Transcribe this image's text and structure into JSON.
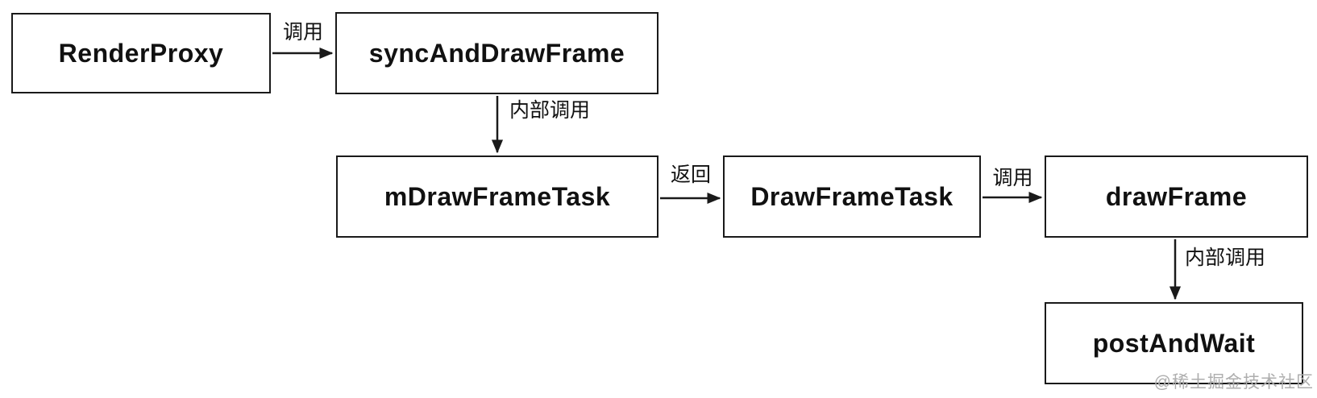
{
  "diagram": {
    "type": "flowchart",
    "nodes": [
      {
        "id": "renderProxy",
        "label": "RenderProxy"
      },
      {
        "id": "syncAndDrawFrame",
        "label": "syncAndDrawFrame"
      },
      {
        "id": "mDrawFrameTask",
        "label": "mDrawFrameTask"
      },
      {
        "id": "drawFrameTask",
        "label": "DrawFrameTask"
      },
      {
        "id": "drawFrame",
        "label": "drawFrame"
      },
      {
        "id": "postAndWait",
        "label": "postAndWait"
      }
    ],
    "edges": [
      {
        "from": "renderProxy",
        "to": "syncAndDrawFrame",
        "label": "调用",
        "direction": "right"
      },
      {
        "from": "syncAndDrawFrame",
        "to": "mDrawFrameTask",
        "label": "内部调用",
        "direction": "down"
      },
      {
        "from": "mDrawFrameTask",
        "to": "drawFrameTask",
        "label": "返回",
        "direction": "right"
      },
      {
        "from": "drawFrameTask",
        "to": "drawFrame",
        "label": "调用",
        "direction": "right"
      },
      {
        "from": "drawFrame",
        "to": "postAndWait",
        "label": "内部调用",
        "direction": "down"
      }
    ]
  },
  "watermark": "@稀土掘金技术社区",
  "colors": {
    "stroke": "#1a1a1a",
    "background": "#ffffff",
    "node_fill": "#ffffff",
    "watermark": "#aeaeae"
  }
}
